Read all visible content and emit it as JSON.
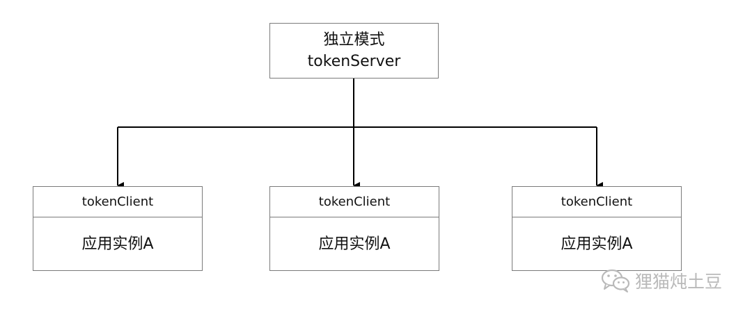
{
  "server": {
    "line1": "独立模式",
    "line2": "tokenServer"
  },
  "clients": [
    {
      "header": "tokenClient",
      "body": "应用实例A"
    },
    {
      "header": "tokenClient",
      "body": "应用实例A"
    },
    {
      "header": "tokenClient",
      "body": "应用实例A"
    }
  ],
  "watermark": {
    "icon": "wechat-icon",
    "text": "狸猫炖土豆"
  },
  "colors": {
    "line": "#000000",
    "border": "#7a7a7a",
    "watermark": "#b9b9b9"
  }
}
